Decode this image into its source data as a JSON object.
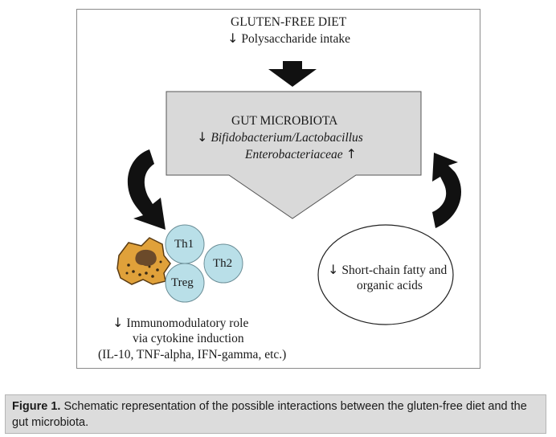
{
  "diet": {
    "title": "GLUTEN-FREE DIET",
    "effect": "Polysaccharide intake"
  },
  "microbiota": {
    "title": "GUT MICROBIOTA",
    "decrease": "Bifidobacterium/Lactobacillus",
    "increase": "Enterobacteriaceae"
  },
  "cells": [
    "Th1",
    "Th2",
    "Treg"
  ],
  "immune": {
    "line1": "Immunomodulatory role",
    "line2": "via cytokine induction",
    "line3": "(IL-10, TNF-alpha, IFN-gamma, etc.)"
  },
  "acids": {
    "line1": "Short-chain fatty and",
    "line2": "organic acids"
  },
  "caption": {
    "label": "Figure 1.",
    "text": " Schematic representation of the possible interactions between the gluten-free diet and the gut microbiota."
  },
  "colors": {
    "box_fill": "#d9d9d9",
    "cell_fill": "#b9dfe8",
    "arrow_fill": "#111111",
    "caption_bg": "#dcdcdc"
  },
  "icons": {
    "down_arrow": "↓",
    "up_arrow": "↑"
  }
}
